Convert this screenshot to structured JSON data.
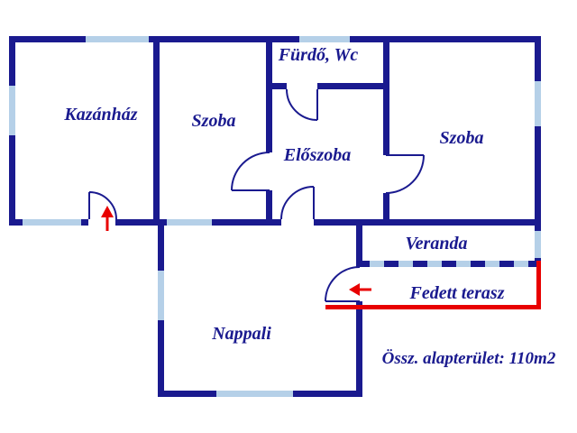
{
  "colors": {
    "wall": "#1a1a8f",
    "window": "#b5d0e8",
    "accent": "#e80000",
    "background": "#ffffff",
    "text": "#1a1a8f"
  },
  "rooms": {
    "kazanhaz": {
      "label": "Kazánház"
    },
    "szoba_left": {
      "label": "Szoba"
    },
    "furdo_wc": {
      "label": "Fürdő, Wc"
    },
    "eloszoba": {
      "label": "Előszoba"
    },
    "szoba_right": {
      "label": "Szoba"
    },
    "veranda": {
      "label": "Veranda"
    },
    "fedett_terasz": {
      "label": "Fedett terasz"
    },
    "nappali": {
      "label": "Nappali"
    }
  },
  "summary": {
    "total_area": "Össz. alapterület: 110m2"
  }
}
